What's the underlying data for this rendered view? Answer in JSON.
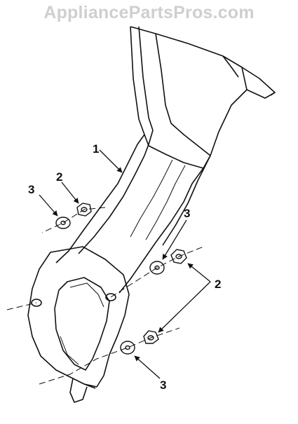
{
  "watermark": "AppliancePartsPros.com",
  "callouts": {
    "chute": "1",
    "nut_upper_left": "2",
    "washer_upper_left": "3",
    "washer_right": "3",
    "nuts_right": "2",
    "washer_lower": "3"
  }
}
